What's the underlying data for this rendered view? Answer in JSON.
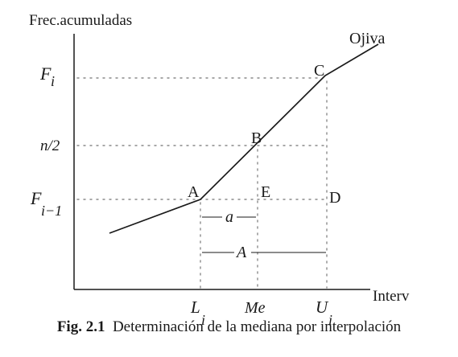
{
  "axes": {
    "y_title": "Frec.acumuladas",
    "x_title": "Interv"
  },
  "y_ticks": {
    "F_main": "F",
    "F_sub": "i",
    "n_half": "n/2",
    "F1_main": "F",
    "F1_sub": "i−1"
  },
  "x_ticks": {
    "L_main": "L",
    "L_sub": "i",
    "Me": "Me",
    "U_main": "U",
    "U_sub": "i"
  },
  "points": {
    "A": "A",
    "B": "B",
    "C": "C",
    "D": "D",
    "E": "E"
  },
  "curve_label": "Ojiva",
  "segments": {
    "a": "a",
    "A": "A"
  },
  "caption": {
    "number": "Fig. 2.1",
    "text": "Determinación de la mediana por interpolación"
  }
}
